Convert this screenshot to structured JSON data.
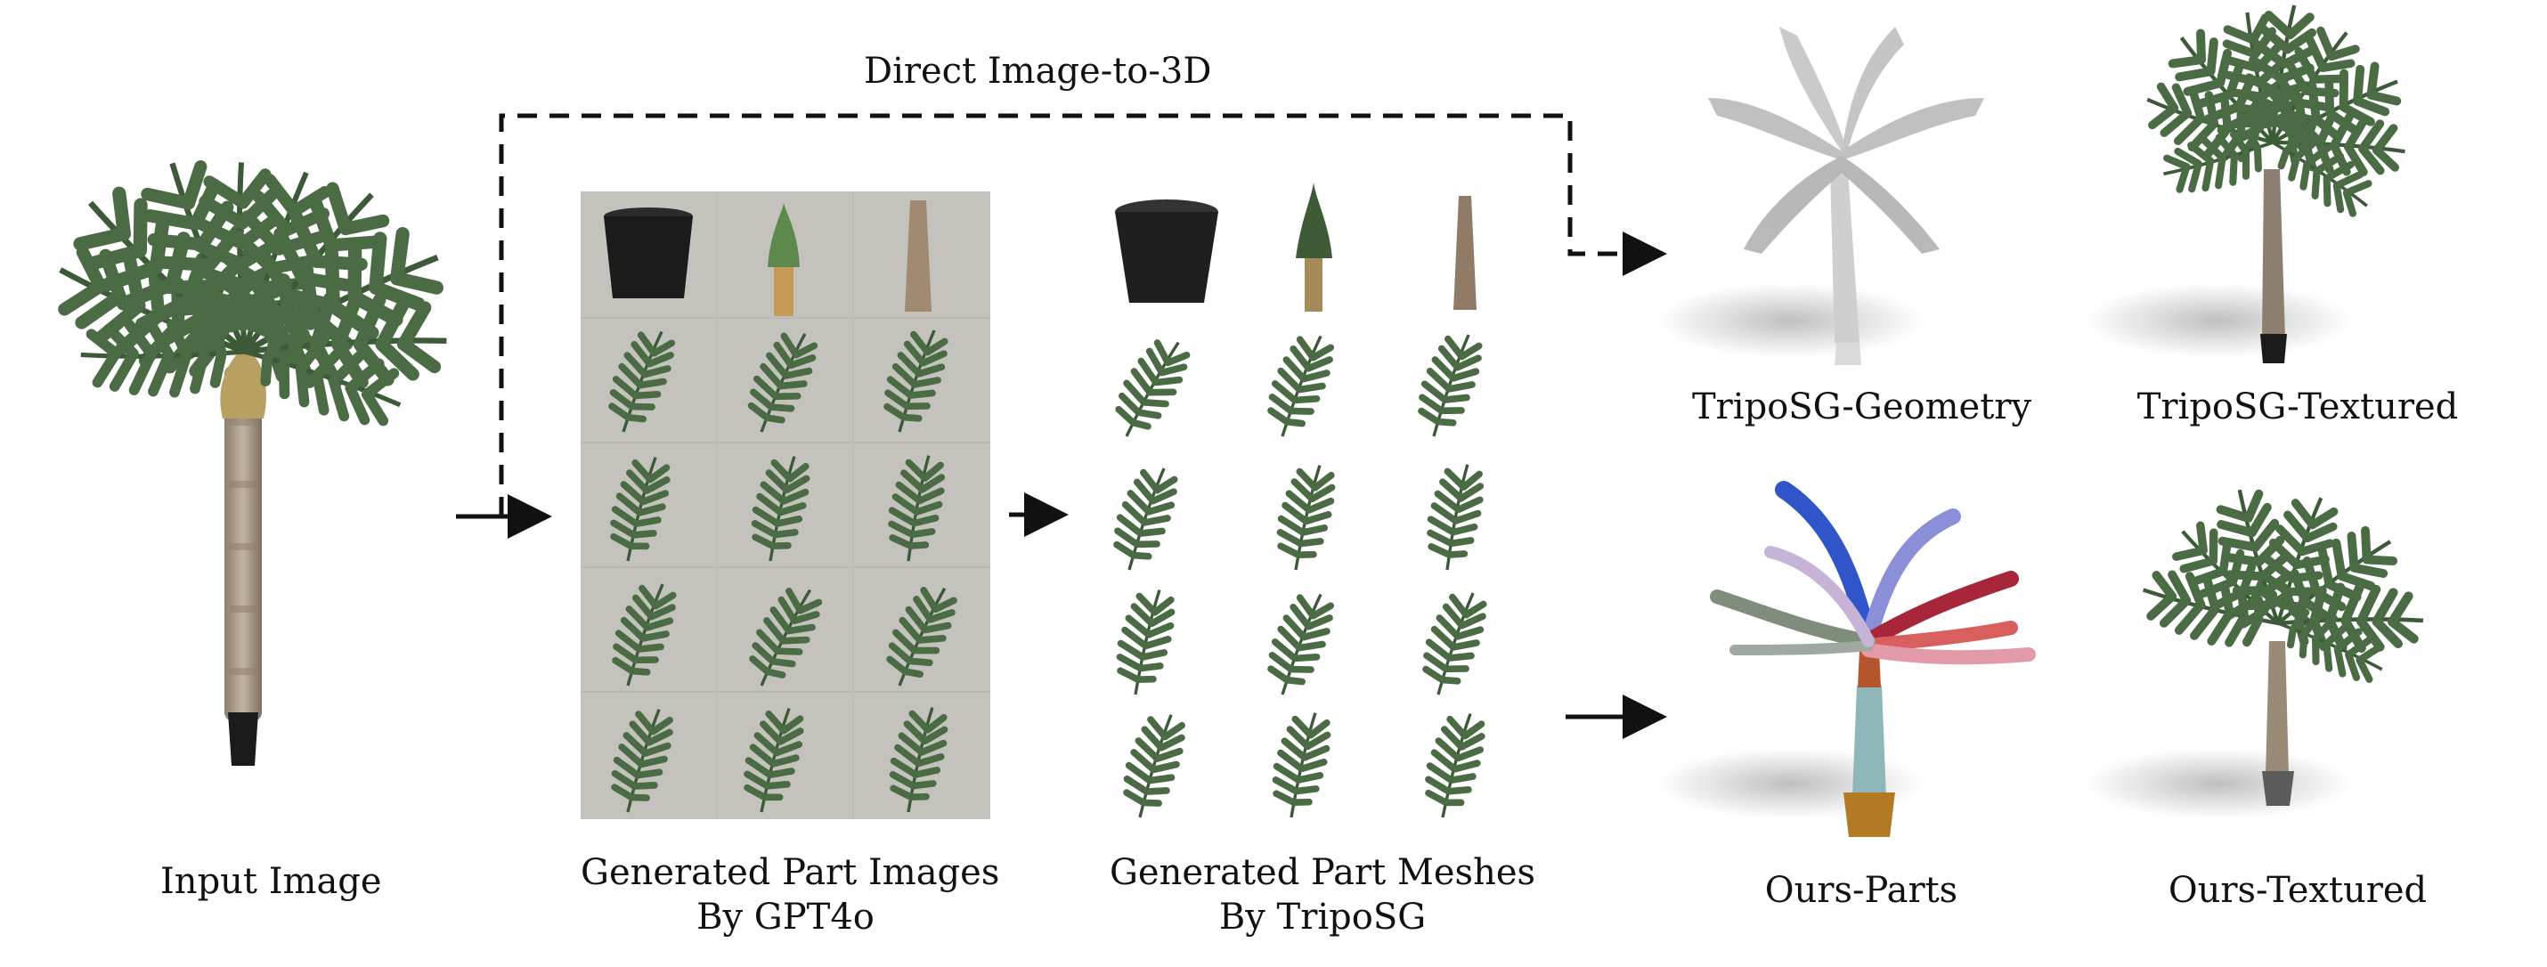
{
  "arrow_label": "Direct Image-to-3D",
  "captions": {
    "input": "Input Image",
    "part_images": [
      "Generated Part Images",
      "By GPT4o"
    ],
    "part_meshes": [
      "Generated Part Meshes",
      "By TripoSG"
    ],
    "tripo_geometry": "TripoSG-Geometry",
    "tripo_textured": "TripoSG-Textured",
    "ours_parts": "Ours-Parts",
    "ours_textured": "Ours-Textured"
  },
  "colors": {
    "frond": "#3f5a3c",
    "frond_light": "#5d8a4c",
    "trunk": "#a99a88",
    "pot": "#1b1b1b",
    "panel_bg": "#c3c2bd",
    "geometry": "#c9c9c9",
    "part_colors": [
      "#2f55c8",
      "#8a8fd8",
      "#a8263a",
      "#d95f5f",
      "#e39aa8",
      "#c87340",
      "#8fb6b8",
      "#b27a24"
    ]
  },
  "icons": [
    "palm-icon",
    "pot-icon",
    "crown-icon",
    "trunk-icon",
    "frond-icon",
    "arrow-icon",
    "dashed-arrow-icon"
  ]
}
